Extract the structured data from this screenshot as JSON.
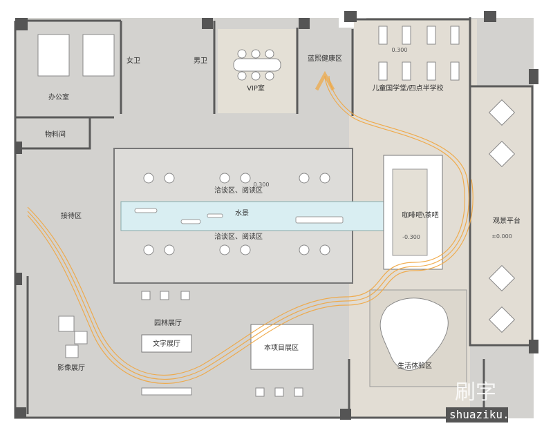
{
  "plan": {
    "rooms": {
      "office": "办公室",
      "storage": "物料间",
      "womens_restroom": "女卫",
      "mens_restroom": "男卫",
      "vip_room": "VIP室",
      "health_zone": "蓝熙健康区",
      "kids_school": "儿童国学堂/四点半学校",
      "meeting_reading_north": "洽谈区、阅读区",
      "water_feature": "水景",
      "meeting_reading_south": "洽谈区、阅读区",
      "cafe": "咖啡吧\\茶吧",
      "viewing_platform": "观景平台",
      "reception": "接待区",
      "garden_hall": "园林展厅",
      "text_hall": "文字展厅",
      "project_hall": "本项目展区",
      "image_hall": "影像展厅",
      "life_experience": "生活体验区"
    },
    "elevations": {
      "kids_school": "0.300",
      "meeting": "0.300",
      "cafe": "-0.300",
      "platform": "±0.000"
    }
  },
  "watermark": {
    "logo": "刷字",
    "text": "shuaziku."
  },
  "colors": {
    "floor": "#d3d2cf",
    "beige": "#e2ddd4",
    "wall": "#5a5a5a",
    "water": "#d9eef2",
    "path": "#f0a640"
  }
}
